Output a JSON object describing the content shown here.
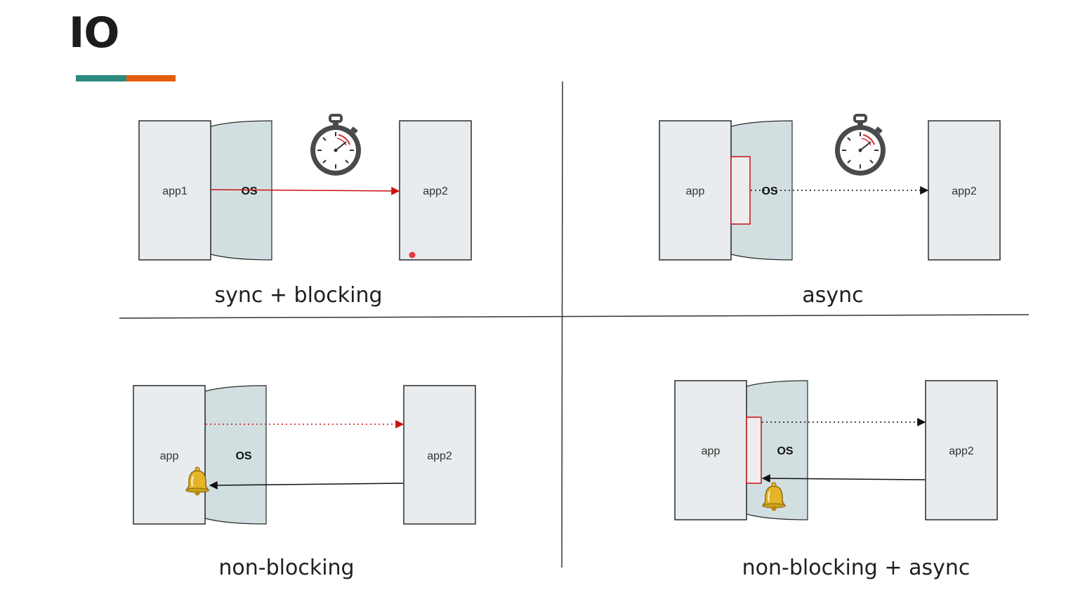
{
  "title": "IO",
  "accent_colors": [
    "#2a8a7e",
    "#e35d0b"
  ],
  "colors": {
    "box_fill": "#e9ecee",
    "box_stroke": "#2b2b2b",
    "os_fill": "#d2dfe1",
    "red_arrow": "#cc1111",
    "black_arrow": "#111111",
    "indicator_dot": "#e53945"
  },
  "quadrants": [
    {
      "caption": "sync + blocking",
      "app_label": "app1",
      "os_label": "OS",
      "target_label": "app2",
      "icon": "stopwatch-icon"
    },
    {
      "caption": "async",
      "app_label": "app",
      "os_label": "OS",
      "target_label": "app2",
      "icon": "stopwatch-icon"
    },
    {
      "caption": "non-blocking",
      "app_label": "app",
      "os_label": "OS",
      "target_label": "app2",
      "icon": "bell-icon"
    },
    {
      "caption": "non-blocking + async",
      "app_label": "app",
      "os_label": "OS",
      "target_label": "app2",
      "icon": "bell-icon"
    }
  ]
}
